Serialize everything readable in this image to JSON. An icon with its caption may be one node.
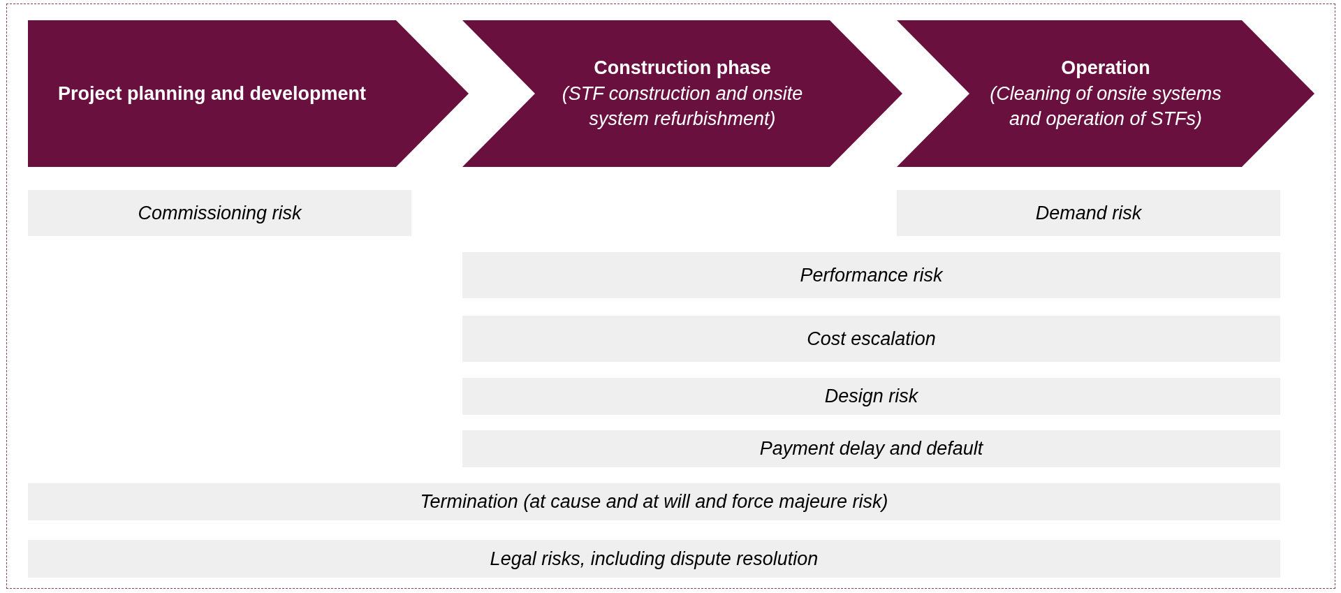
{
  "diagram": {
    "nodes": [
      {
        "text": [
          "Project planning and development"
        ]
      },
      {
        "text": [
          "Construction phase",
          "(STF construction and onsite system refurbishment)"
        ]
      },
      {
        "text": [
          "Operation",
          "(Cleaning of onsite systems and operation of STFs)"
        ]
      },
      {
        "text": [
          "Commissioning risk"
        ]
      },
      {
        "text": [
          "Demand risk"
        ]
      },
      {
        "text": [
          "Performance risk"
        ]
      },
      {
        "text": [
          "Cost escalation"
        ]
      },
      {
        "text": [
          "Design risk"
        ]
      },
      {
        "text": [
          "Payment delay and default"
        ]
      },
      {
        "text": [
          "Termination (at cause and at will and force majeure risk)"
        ]
      },
      {
        "text": [
          "Legal risks, including dispute resolution"
        ]
      }
    ]
  }
}
